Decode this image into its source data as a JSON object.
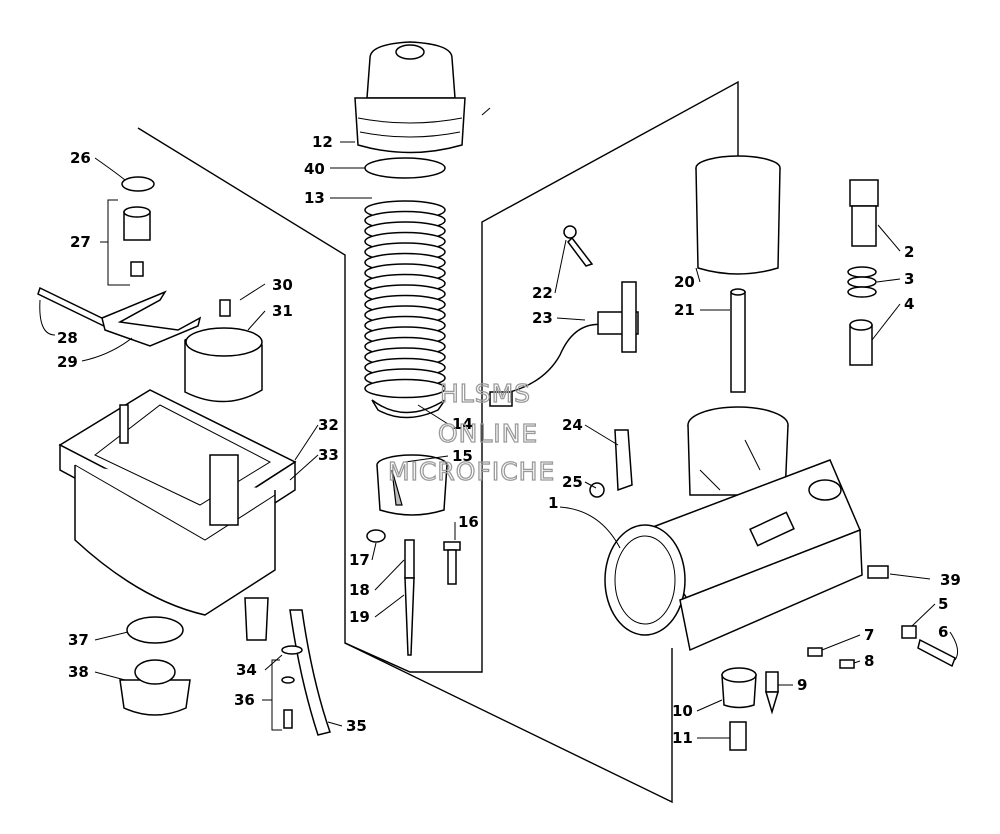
{
  "watermark": [
    "HLSMS",
    "ONLINE",
    "MICROFICHE"
  ],
  "callouts": [
    "1",
    "2",
    "3",
    "4",
    "5",
    "6",
    "7",
    "8",
    "9",
    "10",
    "11",
    "12",
    "13",
    "14",
    "15",
    "16",
    "17",
    "18",
    "19",
    "20",
    "21",
    "22",
    "23",
    "24",
    "25",
    "26",
    "27",
    "28",
    "29",
    "30",
    "31",
    "32",
    "33",
    "34",
    "35",
    "36",
    "37",
    "38",
    "39",
    "40"
  ]
}
